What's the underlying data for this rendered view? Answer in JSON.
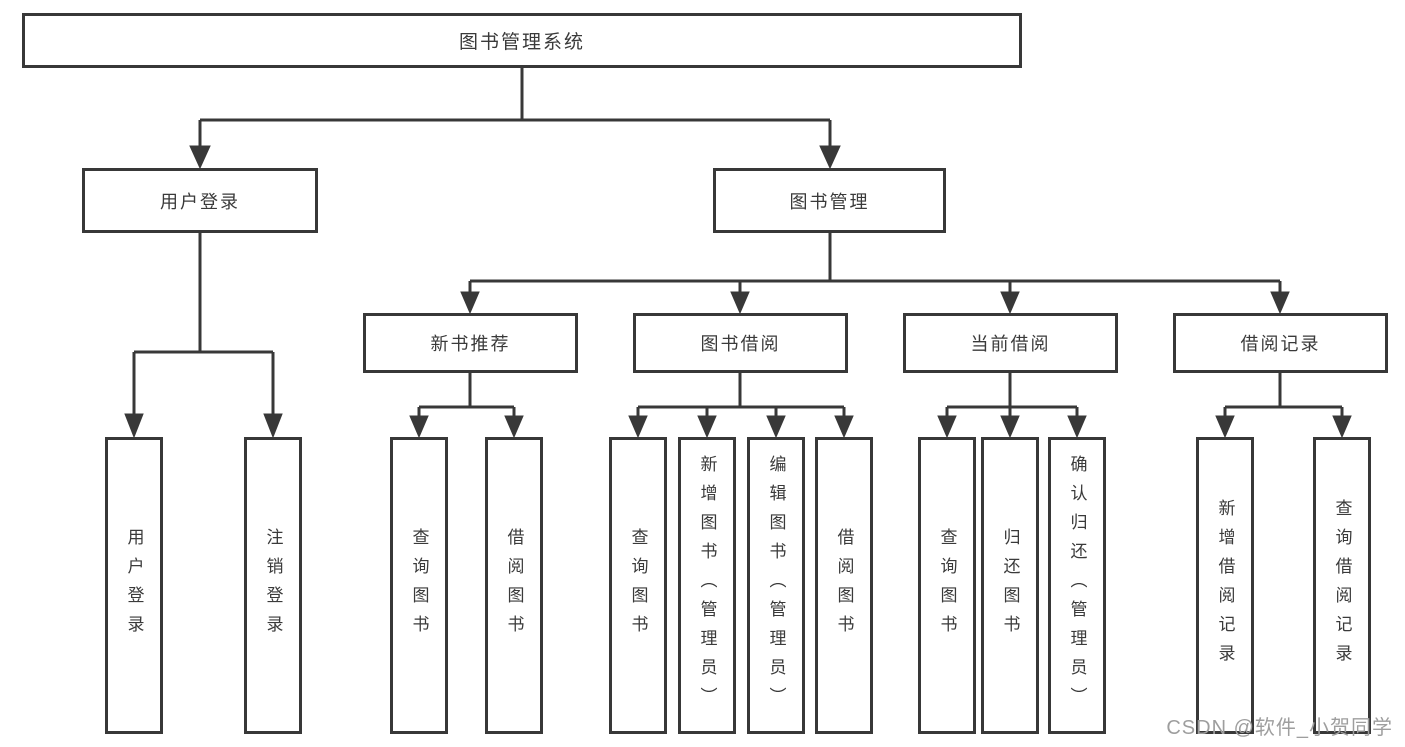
{
  "colors": {
    "line": "#383838",
    "text": "#3a3a3a",
    "watermark": "#9e9e9e",
    "background": "#ffffff"
  },
  "watermark": {
    "text": "CSDN @软件_小贺同学"
  },
  "tree": {
    "root": "图书管理系统",
    "login": {
      "label": "用户登录",
      "children": [
        "用户登录",
        "注销登录"
      ]
    },
    "mgmt": {
      "label": "图书管理",
      "children": [
        {
          "label": "新书推荐",
          "children": [
            "查询图书",
            "借阅图书"
          ]
        },
        {
          "label": "图书借阅",
          "children": [
            "查询图书",
            "新增图书（管理员）",
            "编辑图书（管理员）",
            "借阅图书"
          ]
        },
        {
          "label": "当前借阅",
          "children": [
            "查询图书",
            "归还图书",
            "确认归还（管理员）"
          ]
        },
        {
          "label": "借阅记录",
          "children": [
            "新增借阅记录",
            "查询借阅记录"
          ]
        }
      ]
    }
  }
}
